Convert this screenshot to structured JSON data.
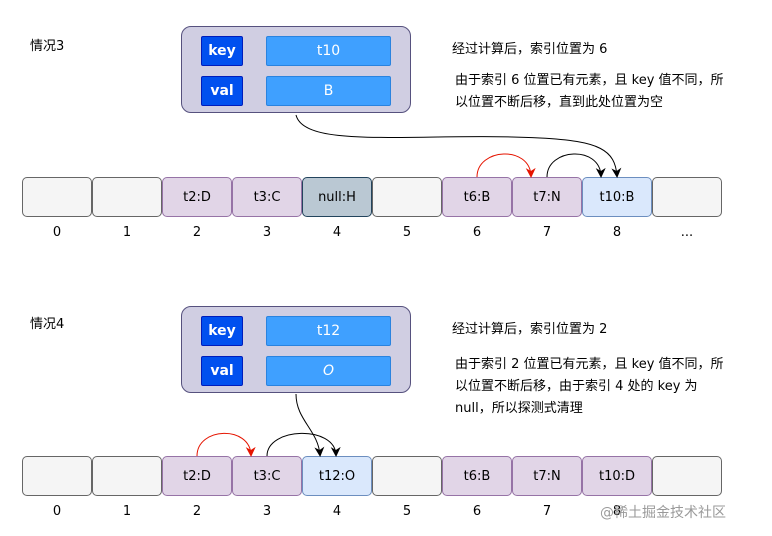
{
  "case3": {
    "label": "情况3",
    "key_label": "key",
    "key_value": "t10",
    "val_label": "val",
    "val_value": "B",
    "desc_line1": "经过计算后，索引位置为 6",
    "desc_line2": "由于索引 6 位置已有元素，且 key 值不同，所",
    "desc_line3": "以位置不断后移，直到此处位置为空",
    "cells": [
      "",
      "",
      "t2:D",
      "t3:C",
      "null:H",
      "",
      "t6:B",
      "t7:N",
      "t10:B",
      ""
    ],
    "indices": [
      "0",
      "1",
      "2",
      "3",
      "4",
      "5",
      "6",
      "7",
      "8",
      "..."
    ]
  },
  "case4": {
    "label": "情况4",
    "key_label": "key",
    "key_value": "t12",
    "val_label": "val",
    "val_value": "O",
    "desc_line1": "经过计算后，索引位置为 2",
    "desc_line2": "由于索引 2 位置已有元素，且 key 值不同，所",
    "desc_line3": "以位置不断后移，由于索引 4 处的 key 为",
    "desc_line4": "null，所以探测式清理",
    "cells": [
      "",
      "",
      "t2:D",
      "t3:C",
      "t12:O",
      "",
      "t6:B",
      "t7:N",
      "t10:D",
      ""
    ],
    "indices": [
      "0",
      "1",
      "2",
      "3",
      "4",
      "5",
      "6",
      "7",
      "8",
      ""
    ]
  },
  "watermark": "@稀土掘金技术社区",
  "colors": {
    "empty": "#f5f5f5",
    "purple": "#e1d5e7",
    "gray": "#bac8d3",
    "blue": "#dae8fc",
    "key_bg": "#0050ef",
    "val_bg": "#3fa0ff",
    "box_bg": "#d0cee2",
    "red_arrow": "#e51400"
  }
}
